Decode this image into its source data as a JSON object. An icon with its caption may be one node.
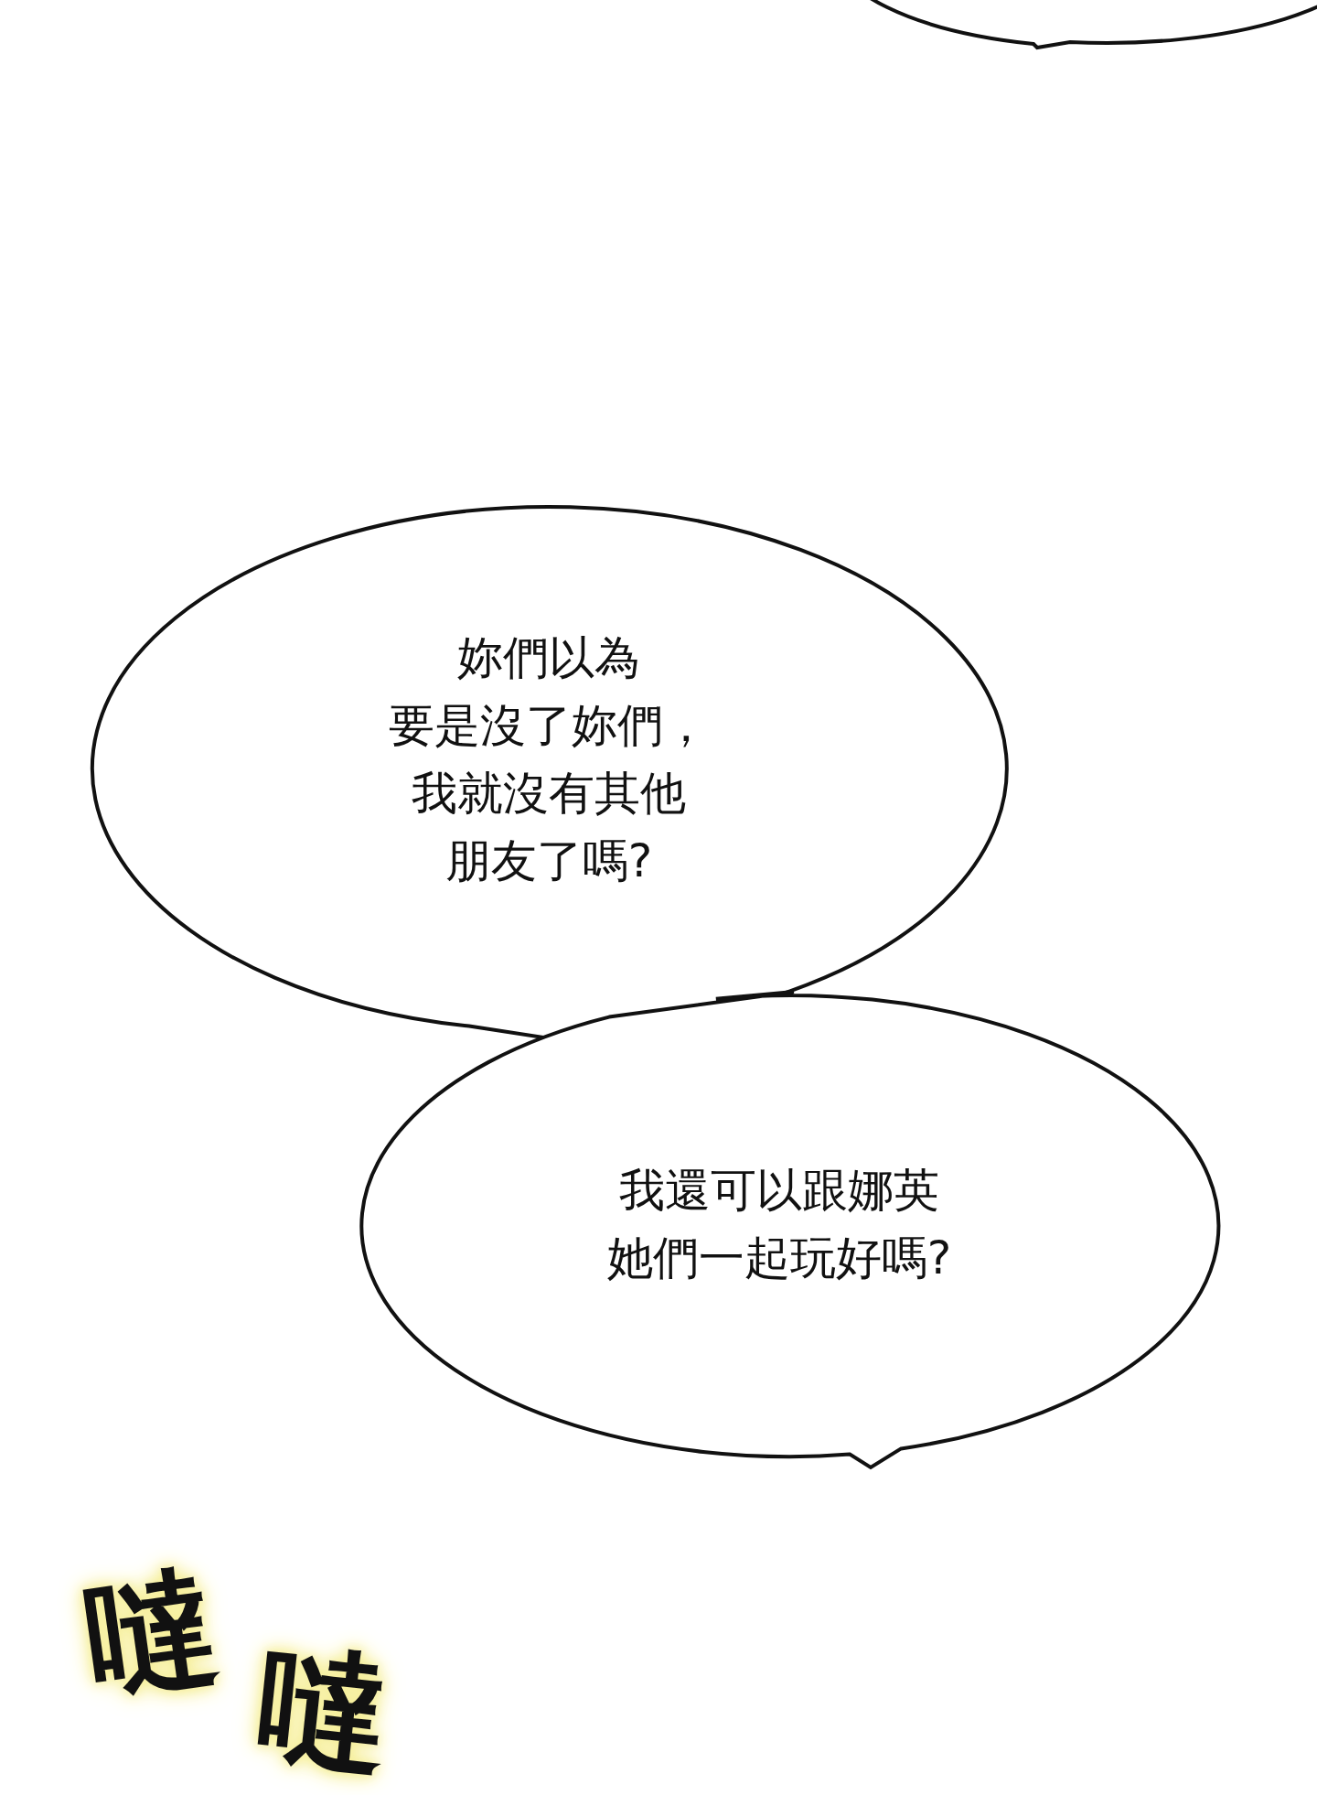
{
  "diagram": {
    "nodes": [
      {
        "text": [],
        "shape": "bubble"
      },
      {
        "text": [
          "妳們以為要是沒了妳們，我就沒有其他朋友了嗎?"
        ]
      },
      {
        "text": [
          "我還可以跟娜英她們一起玩好嗎?"
        ]
      }
    ],
    "labels": [
      "噠",
      "噠"
    ]
  }
}
